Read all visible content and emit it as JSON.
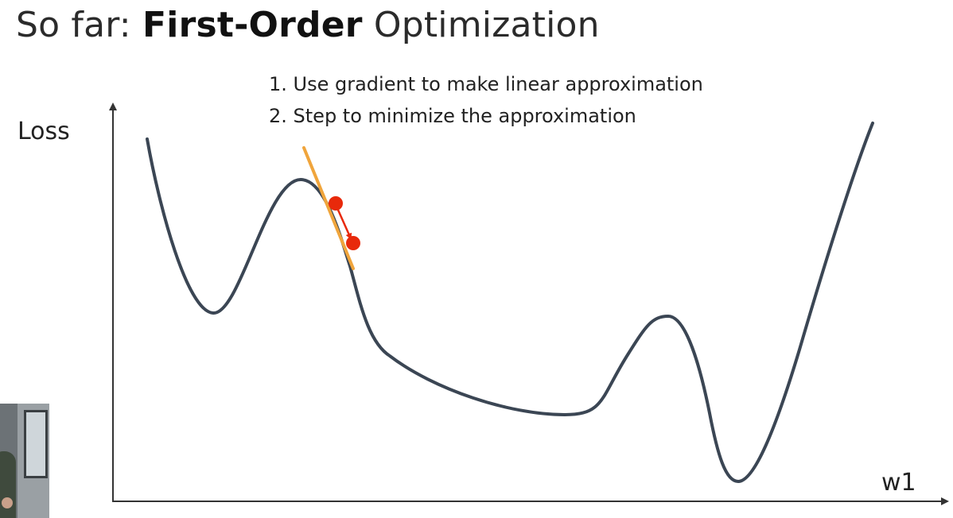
{
  "slide": {
    "title_prefix": "So far: ",
    "title_bold": "First-Order",
    "title_suffix": " Optimization",
    "steps": [
      "1. Use gradient to make linear approximation",
      "2. Step to minimize the approximation"
    ],
    "y_axis_label": "Loss",
    "x_axis_label": "w1"
  },
  "colors": {
    "curve": "#3b4654",
    "tangent": "#f0a53c",
    "point": "#e8290b",
    "axis": "#333333"
  }
}
